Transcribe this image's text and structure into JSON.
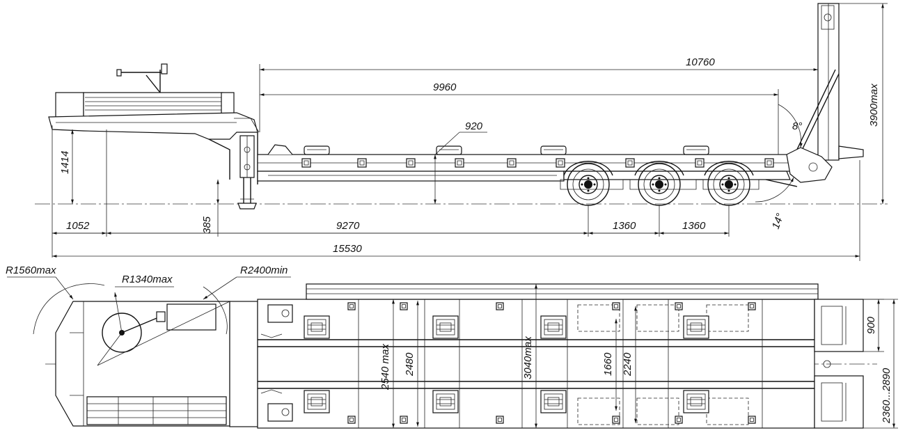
{
  "side_view": {
    "dim_10760": "10760",
    "dim_9960": "9960",
    "dim_920": "920",
    "dim_8deg": "8°",
    "dim_3900max": "3900max",
    "dim_1414": "1414",
    "dim_385": "385",
    "dim_1052": "1052",
    "dim_9270": "9270",
    "dim_1360_a": "1360",
    "dim_1360_b": "1360",
    "dim_14deg": "14°",
    "dim_15530": "15530"
  },
  "top_view": {
    "dim_R1560max": "R1560max",
    "dim_R1340max": "R1340max",
    "dim_R2400min": "R2400min",
    "dim_2540max": "2540 max",
    "dim_2480": "2480",
    "dim_3040max": "3040max",
    "dim_1660": "1660",
    "dim_2240": "2240",
    "dim_900": "900",
    "dim_2360_2890": "2360...2890"
  }
}
